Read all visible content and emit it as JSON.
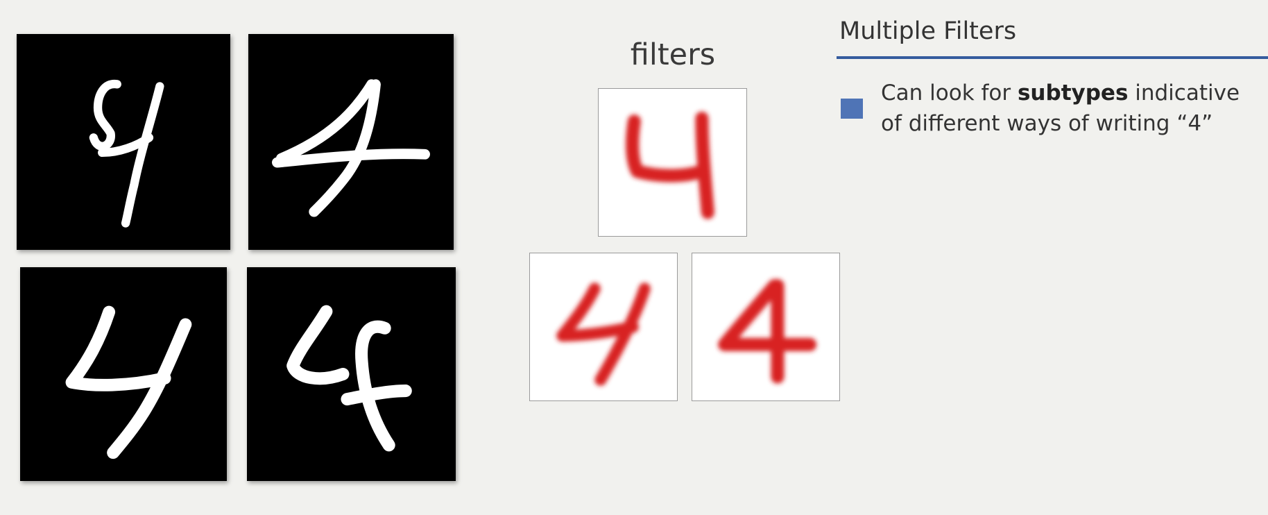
{
  "slide": {
    "title": "Multiple Filters",
    "accent_color": "#355c9e",
    "bullet_color": "#4f74b6",
    "bullets": [
      {
        "before": "Can look for ",
        "emphasis": "subtypes",
        "after": " indicative of different ways of writing “4”"
      }
    ]
  },
  "filters": {
    "heading": "filters",
    "stroke_color": "#d82020",
    "items": [
      {
        "digit": "4",
        "style": "open-top"
      },
      {
        "digit": "4",
        "style": "slanted"
      },
      {
        "digit": "4",
        "style": "closed"
      }
    ]
  },
  "samples": [
    {
      "digit": "4",
      "style": "tall-slanted"
    },
    {
      "digit": "4",
      "style": "crossed"
    },
    {
      "digit": "4",
      "style": "zigzag"
    },
    {
      "digit": "4",
      "style": "curly"
    }
  ]
}
